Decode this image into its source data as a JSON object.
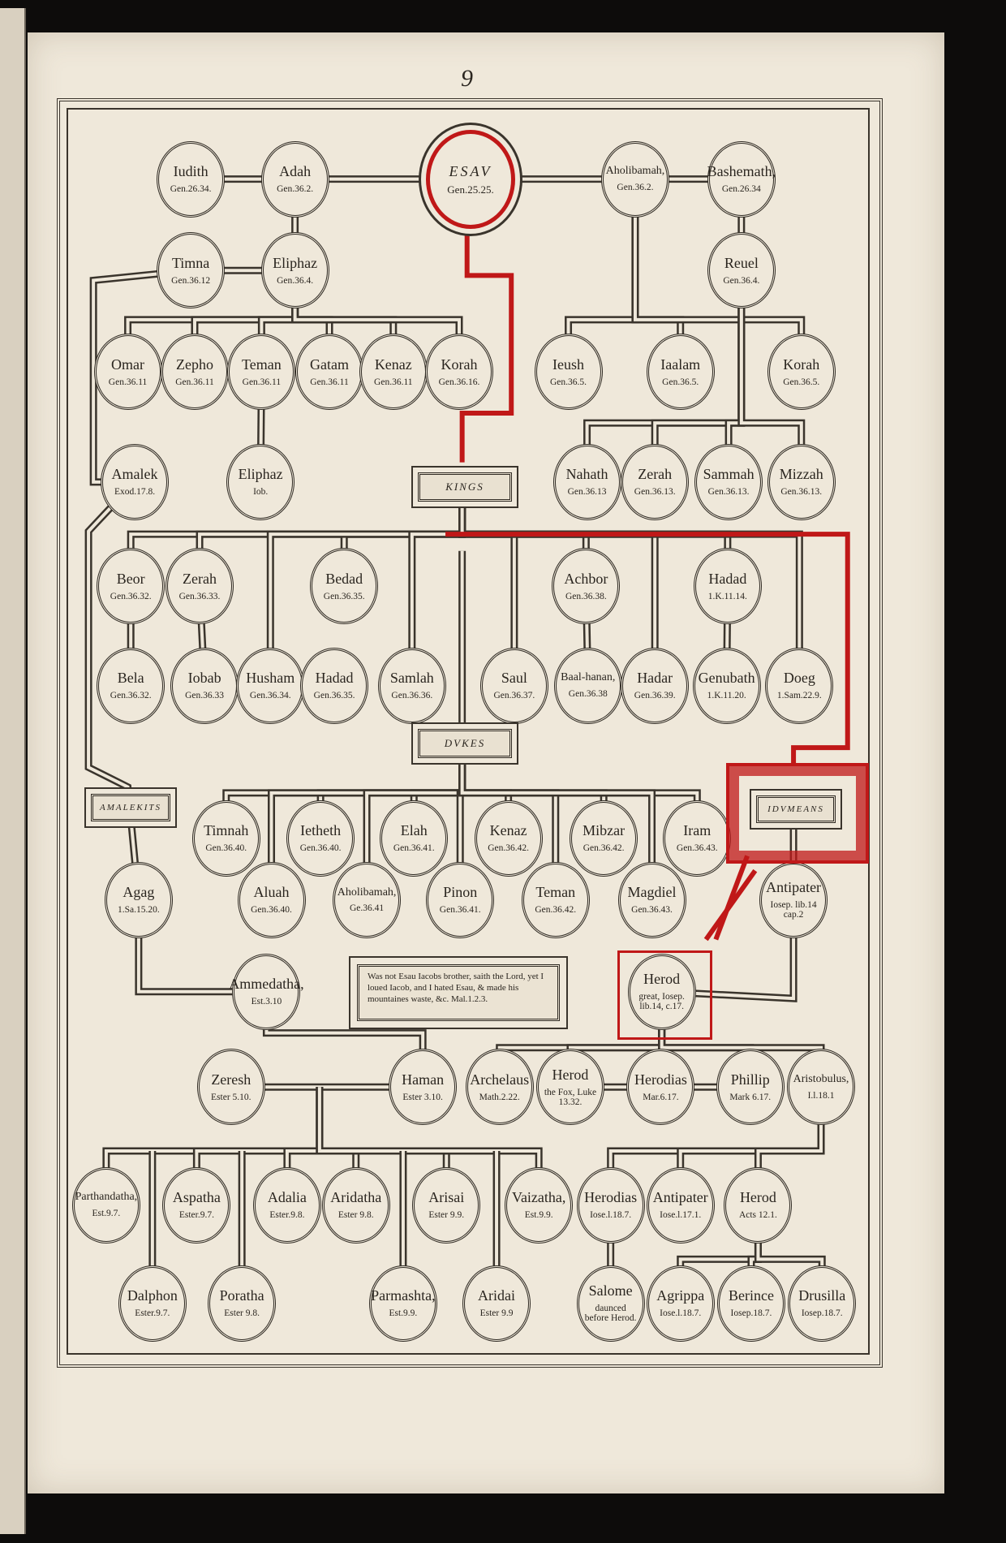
{
  "page_number": "9",
  "root": {
    "name": "ESAV",
    "ref": "Gen.25.25."
  },
  "banners": {
    "kings": "KINGS",
    "dukes": "DVKES",
    "amalekits": "AMALEKITS",
    "idumeans": "IDVMEANS"
  },
  "quote": "Was not Esau Iacobs brother, saith the Lord, yet I loued Iacob, and I hated Esau, & made his mountaines waste, &c. Mal.1.2.3.",
  "highlight_color": "#c01818",
  "rows": [
    [
      {
        "name": "Iudith",
        "ref": "Gen.26.34."
      },
      {
        "name": "Adah",
        "ref": "Gen.36.2."
      },
      {
        "name": "Aholibamah,",
        "ref": "Gen.36.2."
      },
      {
        "name": "Bashemath,",
        "ref": "Gen.26.34"
      }
    ],
    [
      {
        "name": "Timna",
        "ref": "Gen.36.12"
      },
      {
        "name": "Eliphaz",
        "ref": "Gen.36.4."
      },
      {
        "name": "Reuel",
        "ref": "Gen.36.4."
      }
    ],
    [
      {
        "name": "Omar",
        "ref": "Gen.36.11"
      },
      {
        "name": "Zepho",
        "ref": "Gen.36.11"
      },
      {
        "name": "Teman",
        "ref": "Gen.36.11"
      },
      {
        "name": "Gatam",
        "ref": "Gen.36.11"
      },
      {
        "name": "Kenaz",
        "ref": "Gen.36.11"
      },
      {
        "name": "Korah",
        "ref": "Gen.36.16."
      },
      {
        "name": "Ieush",
        "ref": "Gen.36.5."
      },
      {
        "name": "Iaalam",
        "ref": "Gen.36.5."
      },
      {
        "name": "Korah",
        "ref": "Gen.36.5."
      }
    ],
    [
      {
        "name": "Amalek",
        "ref": "Exod.17.8."
      },
      {
        "name": "Eliphaz",
        "ref": "Iob."
      },
      {
        "name": "Nahath",
        "ref": "Gen.36.13"
      },
      {
        "name": "Zerah",
        "ref": "Gen.36.13."
      },
      {
        "name": "Sammah",
        "ref": "Gen.36.13."
      },
      {
        "name": "Mizzah",
        "ref": "Gen.36.13."
      }
    ],
    [
      {
        "name": "Beor",
        "ref": "Gen.36.32."
      },
      {
        "name": "Zerah",
        "ref": "Gen.36.33."
      },
      {
        "name": "Bedad",
        "ref": "Gen.36.35."
      },
      {
        "name": "Achbor",
        "ref": "Gen.36.38."
      },
      {
        "name": "Hadad",
        "ref": "1.K.11.14."
      }
    ],
    [
      {
        "name": "Bela",
        "ref": "Gen.36.32."
      },
      {
        "name": "Iobab",
        "ref": "Gen.36.33"
      },
      {
        "name": "Husham",
        "ref": "Gen.36.34."
      },
      {
        "name": "Hadad",
        "ref": "Gen.36.35."
      },
      {
        "name": "Samlah",
        "ref": "Gen.36.36."
      },
      {
        "name": "Saul",
        "ref": "Gen.36.37."
      },
      {
        "name": "Baal-hanan,",
        "ref": "Gen.36.38"
      },
      {
        "name": "Hadar",
        "ref": "Gen.36.39."
      },
      {
        "name": "Genubath",
        "ref": "1.K.11.20."
      },
      {
        "name": "Doeg",
        "ref": "1.Sam.22.9."
      }
    ],
    [
      {
        "name": "Timnah",
        "ref": "Gen.36.40."
      },
      {
        "name": "Ietheth",
        "ref": "Gen.36.40."
      },
      {
        "name": "Elah",
        "ref": "Gen.36.41."
      },
      {
        "name": "Kenaz",
        "ref": "Gen.36.42."
      },
      {
        "name": "Mibzar",
        "ref": "Gen.36.42."
      },
      {
        "name": "Iram",
        "ref": "Gen.36.43."
      }
    ],
    [
      {
        "name": "Agag",
        "ref": "1.Sa.15.20."
      },
      {
        "name": "Aluah",
        "ref": "Gen.36.40."
      },
      {
        "name": "Aholibamah,",
        "ref": "Ge.36.41"
      },
      {
        "name": "Pinon",
        "ref": "Gen.36.41."
      },
      {
        "name": "Teman",
        "ref": "Gen.36.42."
      },
      {
        "name": "Magdiel",
        "ref": "Gen.36.43."
      },
      {
        "name": "Antipater",
        "ref": "Iosep. lib.14 cap.2"
      }
    ],
    [
      {
        "name": "Ammedatha,",
        "ref": "Est.3.10"
      },
      {
        "name": "Herod",
        "ref": "great, Iosep. lib.14, c.17."
      }
    ],
    [
      {
        "name": "Zeresh",
        "ref": "Ester 5.10."
      },
      {
        "name": "Haman",
        "ref": "Ester 3.10."
      },
      {
        "name": "Archelaus",
        "ref": "Math.2.22."
      },
      {
        "name": "Herod",
        "ref": "the Fox, Luke 13.32."
      },
      {
        "name": "Herodias",
        "ref": "Mar.6.17."
      },
      {
        "name": "Phillip",
        "ref": "Mark 6.17."
      },
      {
        "name": "Aristobulus,",
        "ref": "I.l.18.1"
      }
    ],
    [
      {
        "name": "Parthandatha,",
        "ref": "Est.9.7."
      },
      {
        "name": "Aspatha",
        "ref": "Ester.9.7."
      },
      {
        "name": "Adalia",
        "ref": "Ester.9.8."
      },
      {
        "name": "Aridatha",
        "ref": "Ester 9.8."
      },
      {
        "name": "Arisai",
        "ref": "Ester 9.9."
      },
      {
        "name": "Vaizatha,",
        "ref": "Est.9.9."
      },
      {
        "name": "Herodias",
        "ref": "Iose.l.18.7."
      },
      {
        "name": "Antipater",
        "ref": "Iose.l.17.1."
      },
      {
        "name": "Herod",
        "ref": "Acts 12.1."
      }
    ],
    [
      {
        "name": "Dalphon",
        "ref": "Ester.9.7."
      },
      {
        "name": "Poratha",
        "ref": "Ester 9.8."
      },
      {
        "name": "Parmashta,",
        "ref": "Est.9.9."
      },
      {
        "name": "Aridai",
        "ref": "Ester 9.9"
      },
      {
        "name": "Salome",
        "ref": "daunced before Herod."
      },
      {
        "name": "Agrippa",
        "ref": "Iose.l.18.7."
      },
      {
        "name": "Berince",
        "ref": "Iosep.18.7."
      },
      {
        "name": "Drusilla",
        "ref": "Iosep.18.7."
      }
    ]
  ]
}
